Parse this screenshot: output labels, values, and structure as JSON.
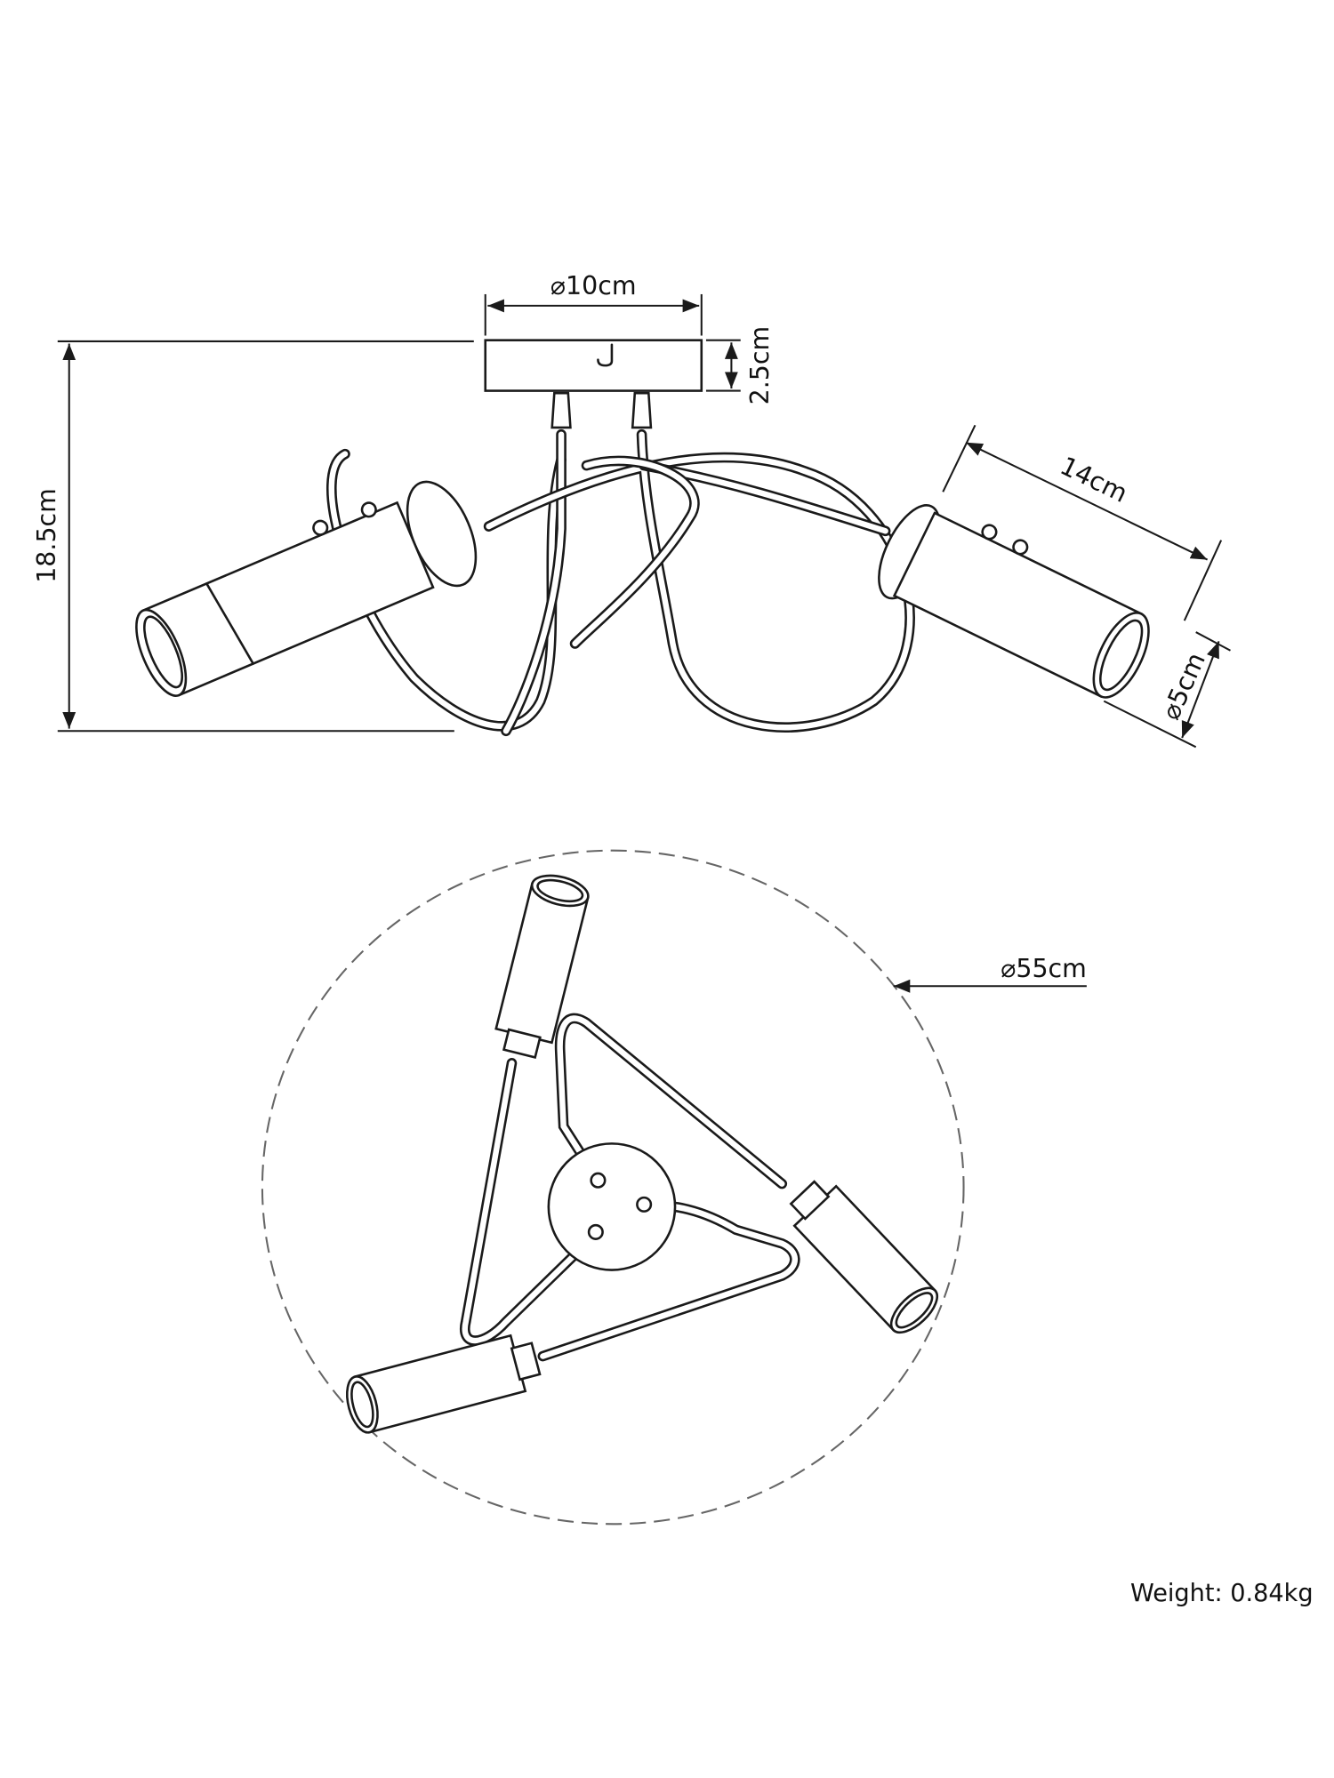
{
  "side_view": {
    "canopy_diameter": "⌀10cm",
    "canopy_height": "2.5cm",
    "total_height": "18.5cm",
    "shade_length": "14cm",
    "shade_diameter": "⌀5cm"
  },
  "top_view": {
    "overall_diameter": "⌀55cm"
  },
  "weight": "Weight: 0.84kg",
  "colors": {
    "line": "#1a1a1a",
    "background": "#ffffff",
    "dashed_circle": "#666666"
  }
}
